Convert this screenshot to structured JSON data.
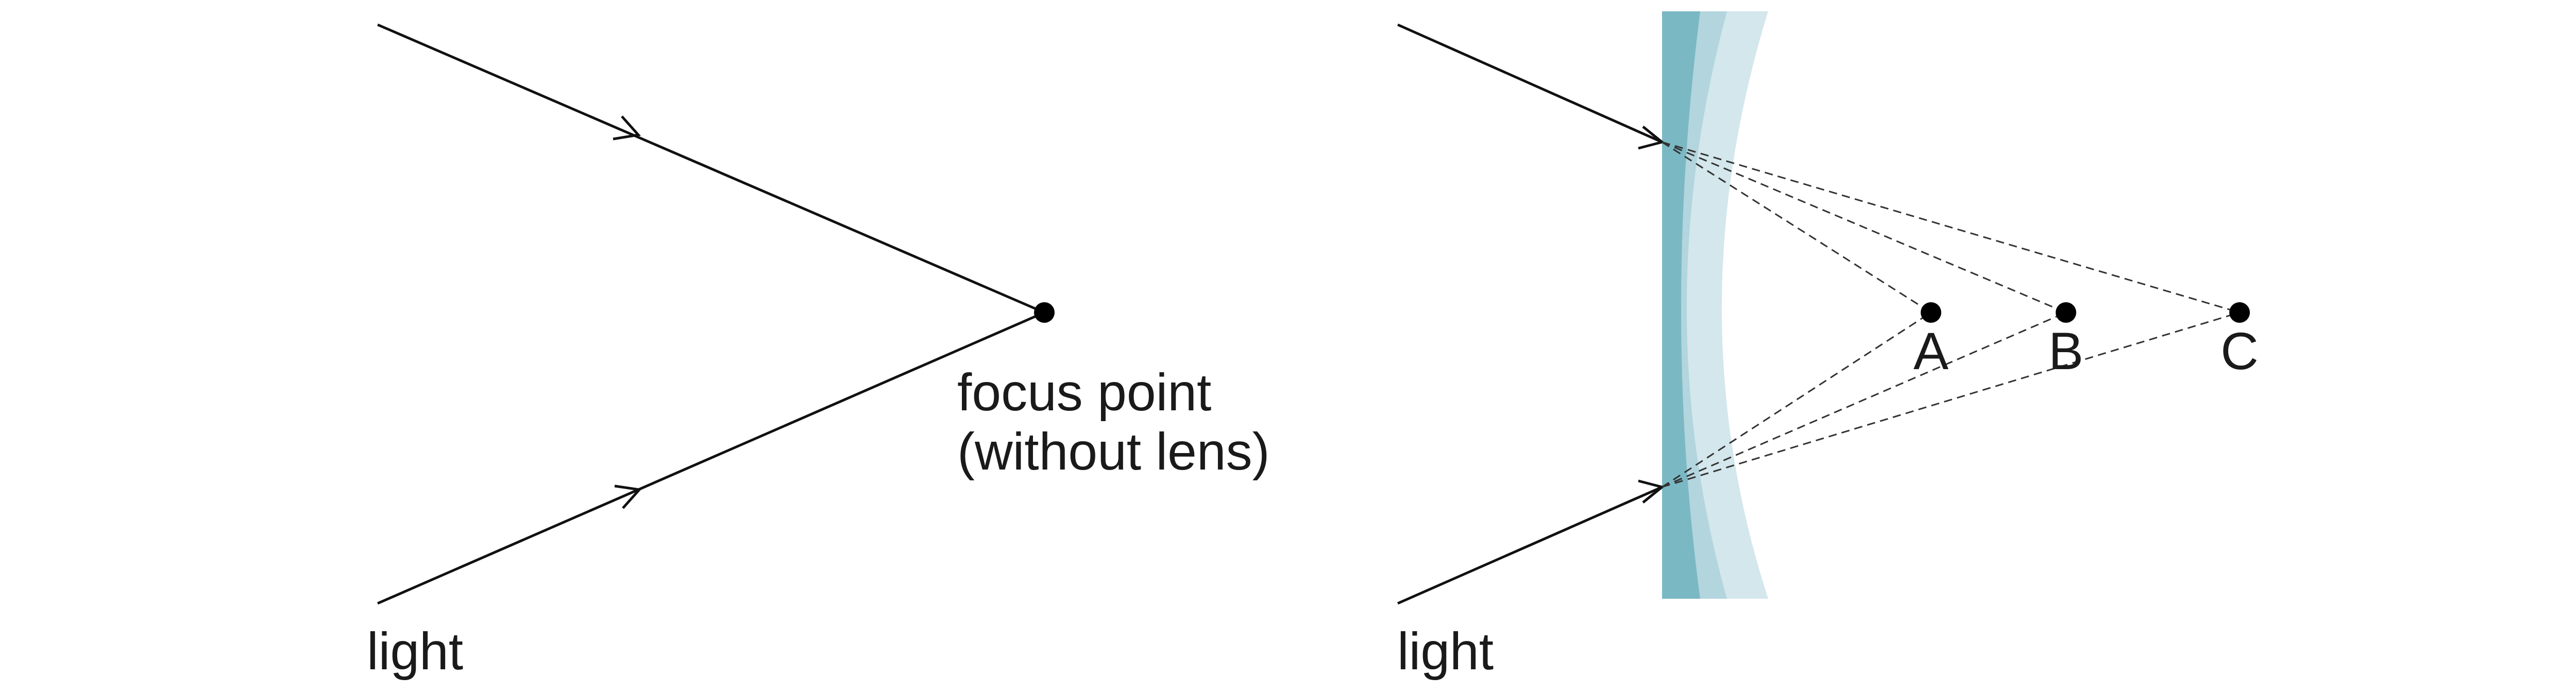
{
  "left_panel": {
    "light_label": "light",
    "focus_label_line1": "focus point",
    "focus_label_line2": "(without lens)"
  },
  "right_panel": {
    "light_label": "light",
    "points": [
      {
        "id": "A",
        "label": "A"
      },
      {
        "id": "B",
        "label": "B"
      },
      {
        "id": "C",
        "label": "C"
      }
    ]
  },
  "colors": {
    "lens_dark": "#7ab8c4",
    "lens_light": "#d3e7ec",
    "ray": "#111111"
  }
}
